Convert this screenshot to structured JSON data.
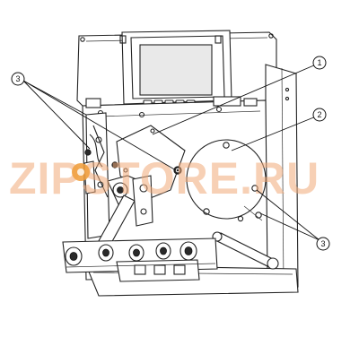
{
  "callouts": {
    "one": "1",
    "two": "2",
    "three_left": "3",
    "three_right": "3"
  },
  "watermark": {
    "text": "ZIPSTORE.RU",
    "color": "#f0a878"
  }
}
